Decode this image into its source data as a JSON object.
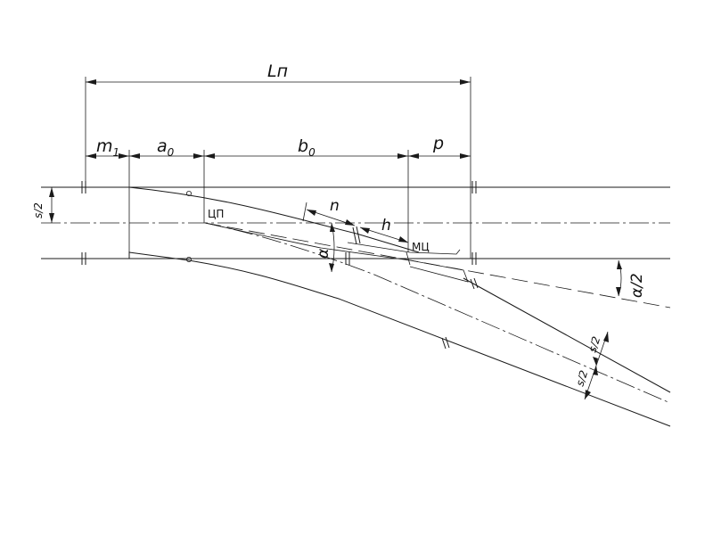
{
  "dimensions": {
    "total_length": "Lп",
    "m1": {
      "base": "m",
      "sub": "1"
    },
    "a0": {
      "base": "a",
      "sub": "0"
    },
    "b0": {
      "base": "b",
      "sub": "0"
    },
    "p": "p",
    "n": "n",
    "h": "h",
    "half_gauge": "s/2",
    "angle": "α",
    "half_angle": "α/2"
  },
  "points": {
    "switch_center": "ЦП",
    "frog_center": "МЦ"
  }
}
